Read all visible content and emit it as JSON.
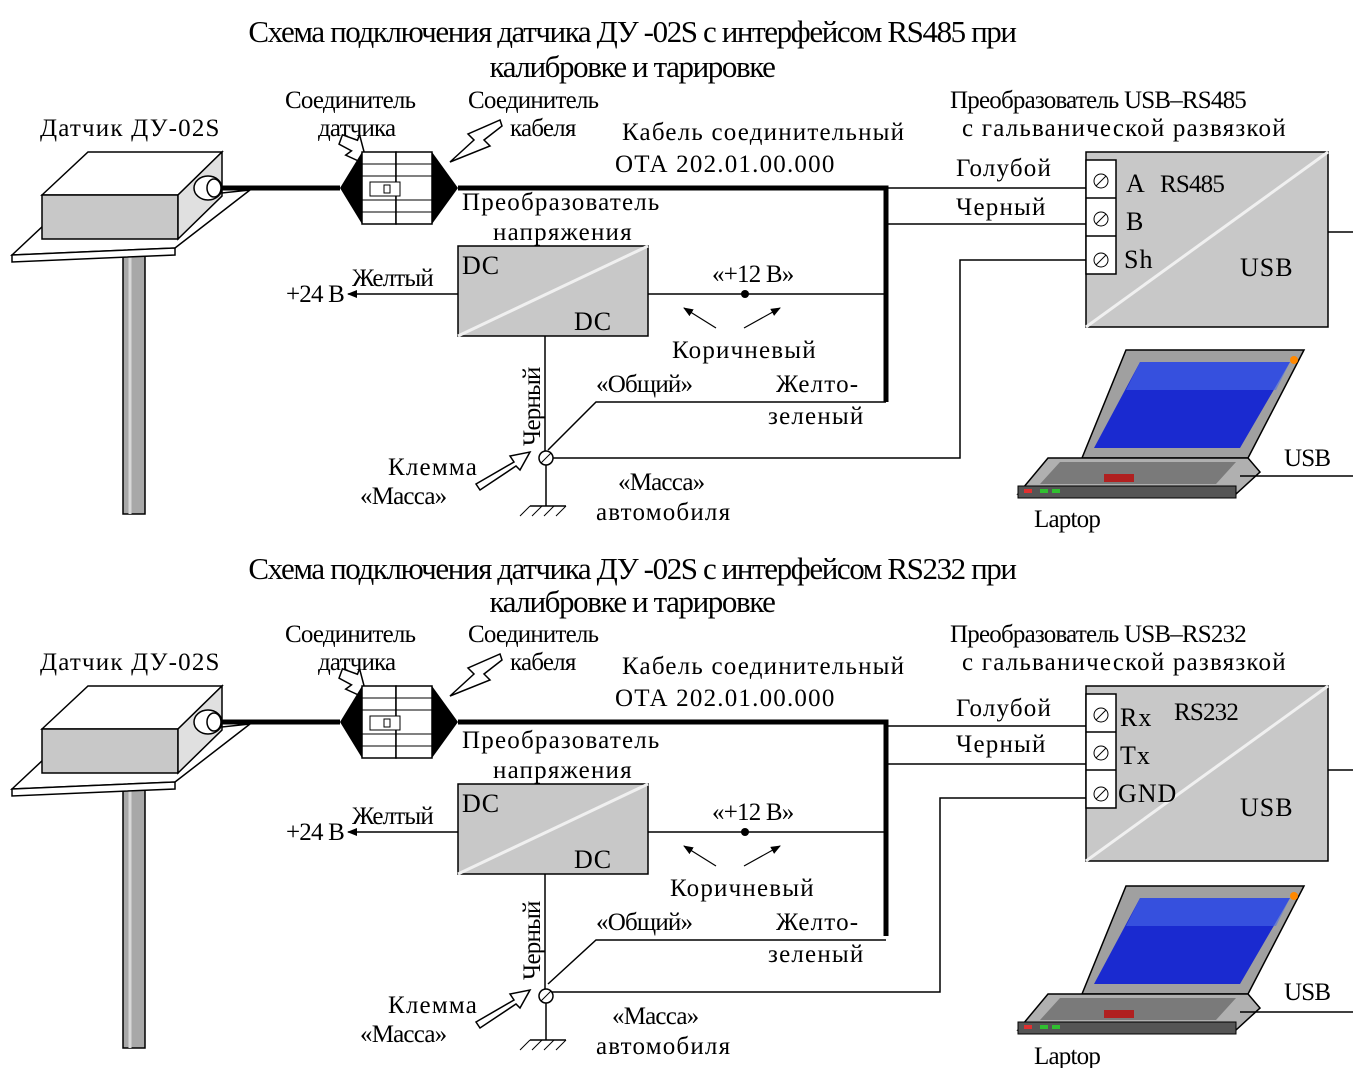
{
  "colors": {
    "box_fill": "#c8c8c8",
    "box_diag": "#e8e8e8",
    "screen_blue": "#2030d8",
    "laptop_gray": "#a0a0a0",
    "pole_gray": "#a8a8a8"
  },
  "diagrams": [
    {
      "title_line1": "Схема подключения датчика ДУ   -02S с интерфейсом  RS485 при",
      "title_line2": "калибровке и тарировке",
      "sensor_label": "Датчик ДУ-02S",
      "sensor_connector_l1": "Соединитель",
      "sensor_connector_l2": "датчика",
      "cable_connector_l1": "Соединитель",
      "cable_connector_l2": "кабеля",
      "cable_l1": "Кабель соединительный",
      "cable_l2": "ОТА 202.01.00.000",
      "converter_l1": "Преобразователь USB–RS485",
      "converter_l2": "с гальванической развязкой",
      "wire_blue": "Голубой",
      "wire_black": "Черный",
      "pin1": "A",
      "pin2": "B",
      "pin3": "Sh",
      "iface": "RS485",
      "usb_box": "USB",
      "psu_l1": "Преобразователь",
      "psu_l2": "напряжения",
      "dc_in": "DC",
      "dc_out": "DC",
      "wire_yellow": "Желтый",
      "v24": "+24 В",
      "v12": "«+12 В»",
      "wire_brown": "Коричневый",
      "wire_black_v": "Черный",
      "common": "«Общий»",
      "yg_l1": "Желто-",
      "yg_l2": "зеленый",
      "terminal_l1": "Клемма",
      "terminal_l2": "«Масса»",
      "ground_l1": "«Масса»",
      "ground_l2": "автомобиля",
      "usb_cable": "USB",
      "laptop": "Laptop"
    },
    {
      "title_line1": "Схема подключения датчика ДУ   -02S  с интерфейсом  RS232 при",
      "title_line2": "калибровке и тарировке",
      "sensor_label": "Датчик ДУ-02S",
      "sensor_connector_l1": "Соединитель",
      "sensor_connector_l2": "датчика",
      "cable_connector_l1": "Соединитель",
      "cable_connector_l2": "кабеля",
      "cable_l1": "Кабель соединительный",
      "cable_l2": "ОТА 202.01.00.000",
      "converter_l1": "Преобразователь USB–RS232",
      "converter_l2": "с гальванической развязкой",
      "wire_blue": "Голубой",
      "wire_black": "Черный",
      "pin1": "Rx",
      "pin2": "Tx",
      "pin3": "GND",
      "iface": "RS232",
      "usb_box": "USB",
      "psu_l1": "Преобразователь",
      "psu_l2": "напряжения",
      "dc_in": "DC",
      "dc_out": "DC",
      "wire_yellow": "Желтый",
      "v24": "+24 В",
      "v12": "«+12 В»",
      "wire_brown": "Коричневый",
      "wire_black_v": "Черный",
      "common": "«Общий»",
      "yg_l1": "Желто-",
      "yg_l2": "зеленый",
      "terminal_l1": "Клемма",
      "terminal_l2": "«Масса»",
      "ground_l1": "«Масса»",
      "ground_l2": "автомобиля",
      "usb_cable": "USB",
      "laptop": "Laptop"
    }
  ]
}
